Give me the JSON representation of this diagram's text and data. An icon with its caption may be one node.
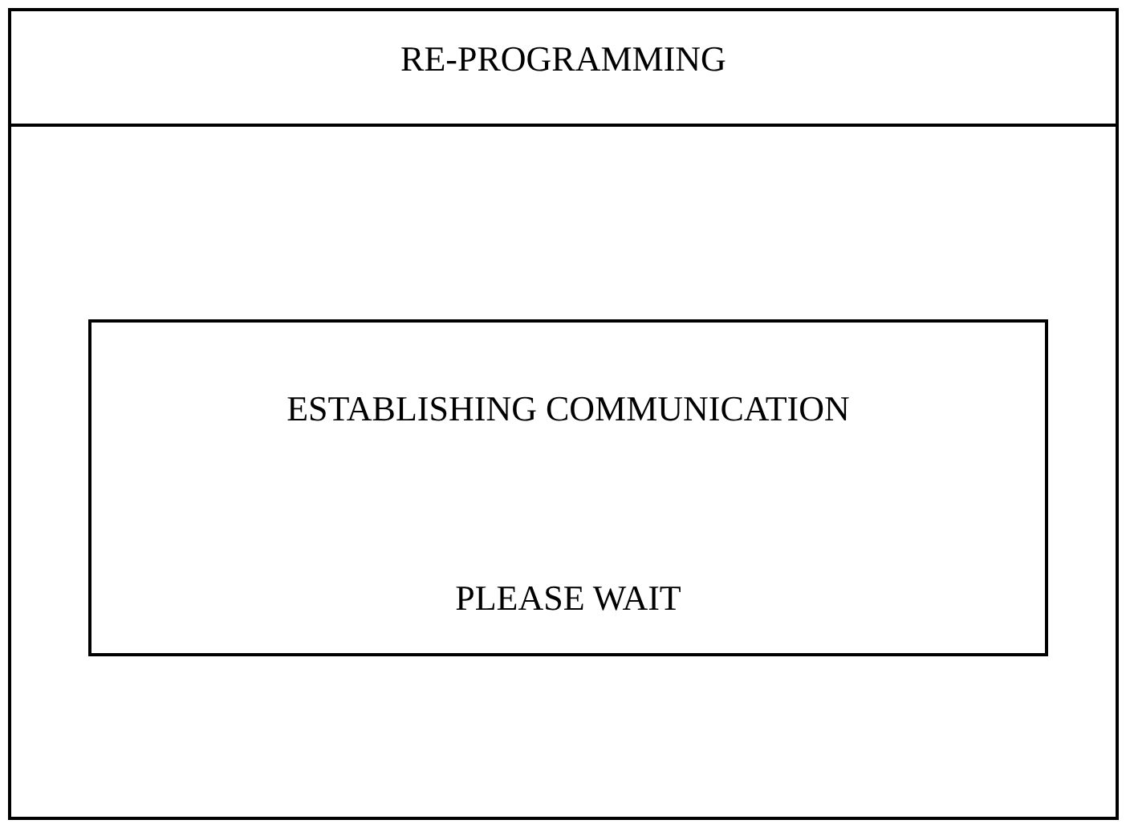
{
  "diagram": {
    "nodes": [
      {
        "text": [
          "RE-PROGRAMMING"
        ]
      },
      {
        "text": [
          "ESTABLISHING COMMUNICATION",
          "PLEASE WAIT"
        ],
        "in": 0
      }
    ]
  }
}
